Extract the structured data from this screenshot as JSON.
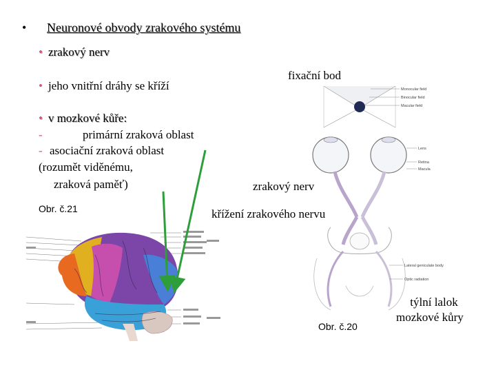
{
  "slide": {
    "title_bullet": "•",
    "title": "Neuronové obvody zrakového systému",
    "bullets": [
      {
        "marker": "•",
        "text": "zrakový nerv"
      },
      {
        "marker": "•",
        "text": "jeho vnitřní dráhy se kříží"
      },
      {
        "marker": "•",
        "text": "v mozkové kůře:"
      }
    ],
    "sub_items": [
      {
        "marker": "-",
        "text": "primární zraková oblast"
      },
      {
        "marker": "-",
        "text": "asociační zraková oblast"
      }
    ],
    "sub_note_1": "(rozumět viděnému,",
    "sub_note_2": "zraková paměť)",
    "fig21_caption": "Obr. č.21",
    "fig20_caption": "Obr. č.20",
    "labels": {
      "fixation_point": "fixační bod",
      "optic_nerve": "zrakový nerv",
      "chiasm": "křížení zrakového nervu",
      "occipital_1": "týlní lalok",
      "occipital_2": "mozkové kůry"
    },
    "diagram_labels": {
      "monocular": "Monocular field",
      "binocular": "Binocular field",
      "macular": "Macular field",
      "lens": "Lens",
      "retina": "Retina",
      "macula": "Macula",
      "lgn": "Lateral geniculate body",
      "radiation": "Optic radiation"
    },
    "colors": {
      "accent": "#cc5a8a",
      "arrow": "#2e9e3a"
    }
  }
}
